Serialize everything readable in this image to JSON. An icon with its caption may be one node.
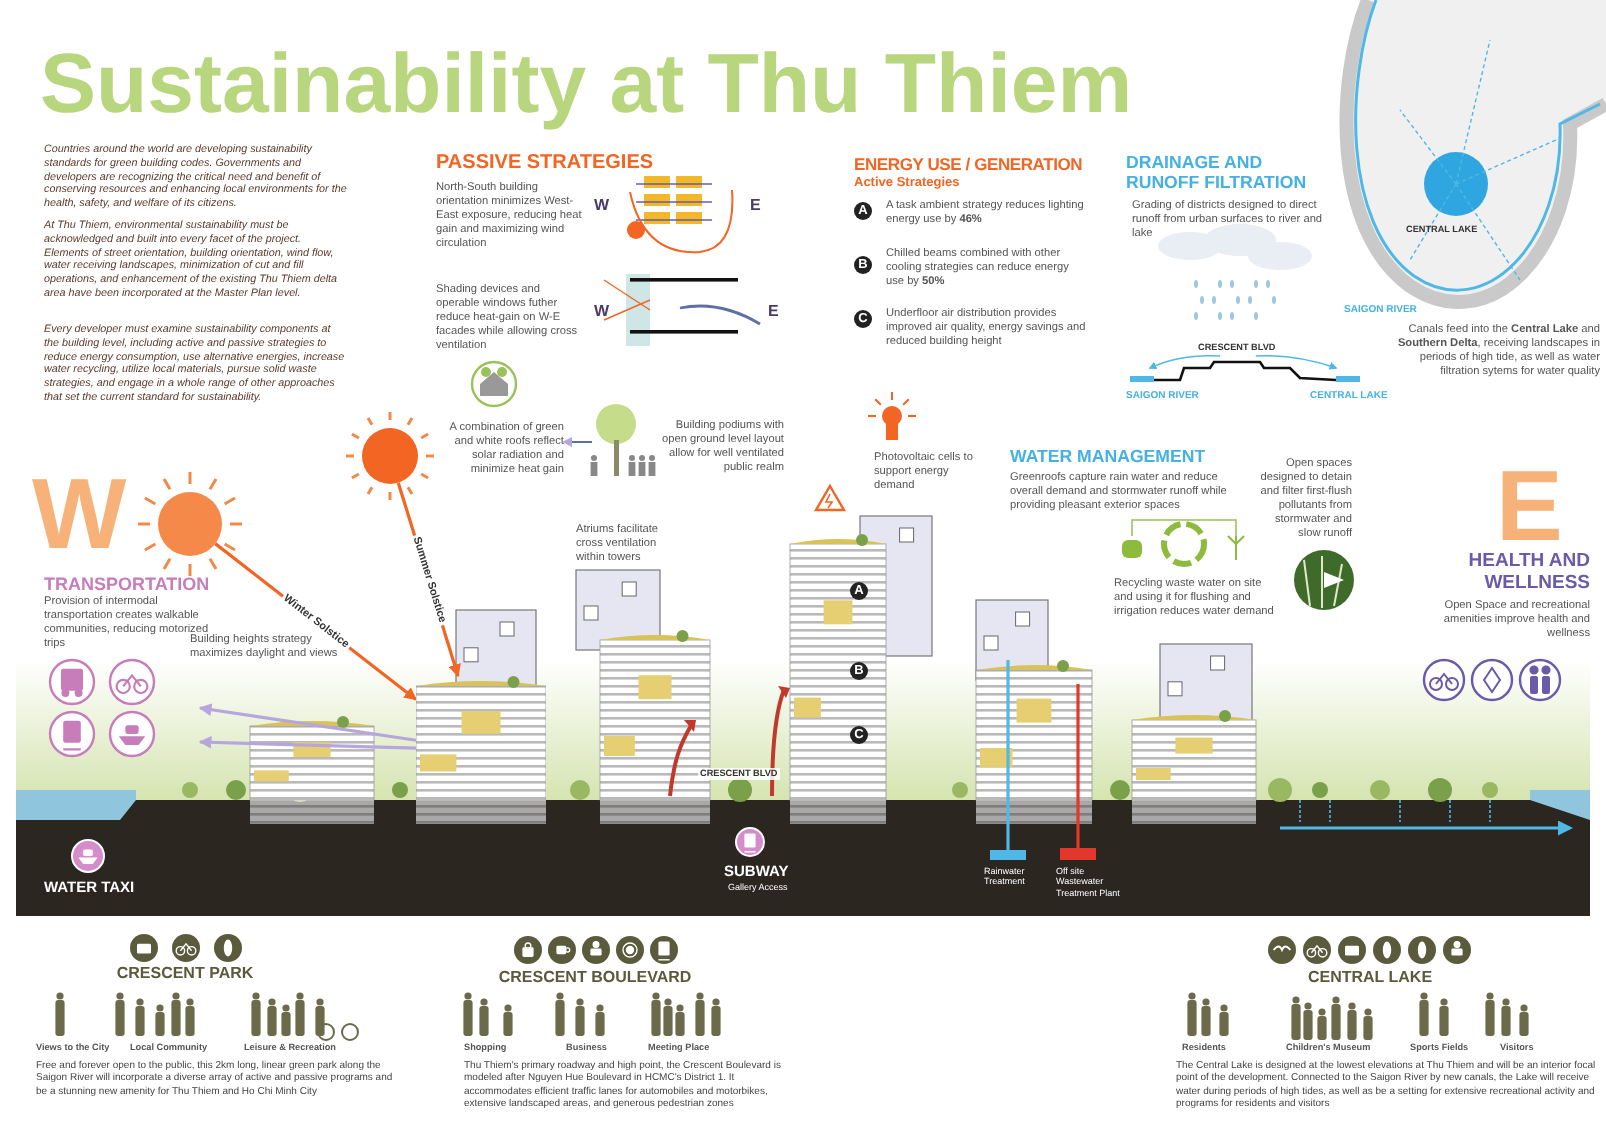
{
  "diagram": {
    "title": "Sustainability at Thu Thiem",
    "nodes": [
      {
        "text": [],
        "shape": "circle"
      },
      {
        "text": [],
        "shape": "circle"
      },
      {
        "text": [],
        "shape": "box",
        "beside": [
          "Rainwater Treatment"
        ]
      },
      {
        "text": [],
        "shape": "box",
        "beside": [
          "Off site Wastewater Treatment Plant"
        ]
      },
      {
        "text": [],
        "shape": "picture"
      }
    ],
    "edges": [
      {
        "from": 0,
        "to": 4,
        "arrow": "to",
        "label": "Winter Solstice"
      },
      {
        "from": 1,
        "to": 4,
        "arrow": "to",
        "label": "Summer Solstice"
      },
      {
        "from": null,
        "to": 2,
        "arrow": "none",
        "color": "#4fb8e6"
      },
      {
        "from": null,
        "to": 3,
        "arrow": "none",
        "color": "#e2372b"
      },
      {
        "from": 4,
        "to": null,
        "arrow": "to",
        "color": "#b7a6dc"
      },
      {
        "from": 4,
        "to": null,
        "arrow": "to",
        "color": "#b7a6dc"
      }
    ],
    "labels": [
      "Countries around the world are developing sustainability standards for green building codes. Governments and developers are recognizing the critical need and benefit of conserving resources and enhancing local environments for the health, safety, and welfare of its citizens.",
      "At Thu Thiem, environmental sustainability must be acknowledged and built into every facet of the project. Elements of street orientation, building orientation, wind flow, water receiving landscapes, minimization of cut and fill operations, and enhancement of the existing Thu Thiem delta area have been incorporated at the Master Plan level.",
      "Every developer must examine sustainability components at the building level, including active and passive strategies to reduce energy consumption, use alternative energies, increase water recycling, utilize local materials, pursue solid waste strategies, and engage in a whole range of other approaches that set the current standard for sustainability.",
      "PASSIVE STRATEGIES",
      "North-South building orientation minimizes West-East exposure, reducing heat gain and maximizing wind circulation",
      "W",
      "E",
      "Shading devices and operable windows futher reduce heat-gain on W-E facades while allowing cross ventilation",
      "W",
      "E",
      "A combination of green and white roofs reflect solar radiation and minimize heat gain",
      "Building podiums with open ground level layout allow for well ventilated public realm",
      "Atriums facilitate cross ventilation within towers",
      "ENERGY USE / GENERATION",
      "Active Strategies",
      "A",
      "A task ambient strategy reduces lighting energy use by **46%**",
      "B",
      "Chilled beams combined with other cooling strategies can reduce energy use by **50%**",
      "C",
      "Underfloor air distribution provides improved air quality, energy savings and reduced building height",
      "Photovoltaic cells to support energy demand",
      "DRAINAGE AND RUNOFF FILTRATION",
      "Grading of districts designed to direct runoff from urban surfaces to river and lake",
      "CRESCENT BLVD",
      "SAIGON RIVER",
      "CENTRAL LAKE",
      "CENTRAL LAKE",
      "SAIGON RIVER",
      "Canals feed into the **Central Lake** and **Southern Delta**, receiving landscapes in periods of high tide, as well as water filtration sytems for water quality",
      "W",
      "E",
      "TRANSPORTATION",
      "Provision of intermodal transportation creates walkable communities, reducing motorized trips",
      "Building heights strategy maximizes daylight and views",
      "WATER MANAGEMENT",
      "Greenroofs capture rain water and reduce overall demand and stormwater runoff while providing pleasant exterior spaces",
      "Recycling waste water on site and using it for flushing and irrigation reduces water demand",
      "Open spaces designed to detain and filter first-flush pollutants from stormwater and slow runoff",
      "HEALTH AND WELLNESS",
      "Open Space and recreational amenities improve health and wellness",
      "A",
      "B",
      "C",
      "CRESCENT BLVD",
      "WATER TAXI",
      "SUBWAY",
      "Gallery Access",
      "CRESCENT PARK",
      "Views to the City",
      "Local Community",
      "Leisure & Recreation",
      "Free and forever open to the public, this 2km long, linear green park along the Saigon River will incorporate a diverse array of active and passive programs and be a stunning new amenity for Thu Thiem and Ho Chi Minh City",
      "CRESCENT BOULEVARD",
      "Shopping",
      "Business",
      "Meeting Place",
      "Thu Thiem's primary roadway and high point, the Crescent Boulevard is modeled after Nguyen Hue Boulevard in HCMC's District 1. It accommodates efficient traffic lanes for automobiles and motorbikes, extensive landscaped areas, and generous pedestrian zones",
      "CENTRAL LAKE",
      "Residents",
      "Children's Museum",
      "Sports Fields",
      "Visitors",
      "The Central Lake is designed at the lowest elevations at Thu Thiem and will be an interior focal point of the development. Connected to the Saigon River by new canals, the Lake will receive water during periods of high tides, as well as be a setting for extensive recreational activity and programs for residents and visitors"
    ]
  }
}
